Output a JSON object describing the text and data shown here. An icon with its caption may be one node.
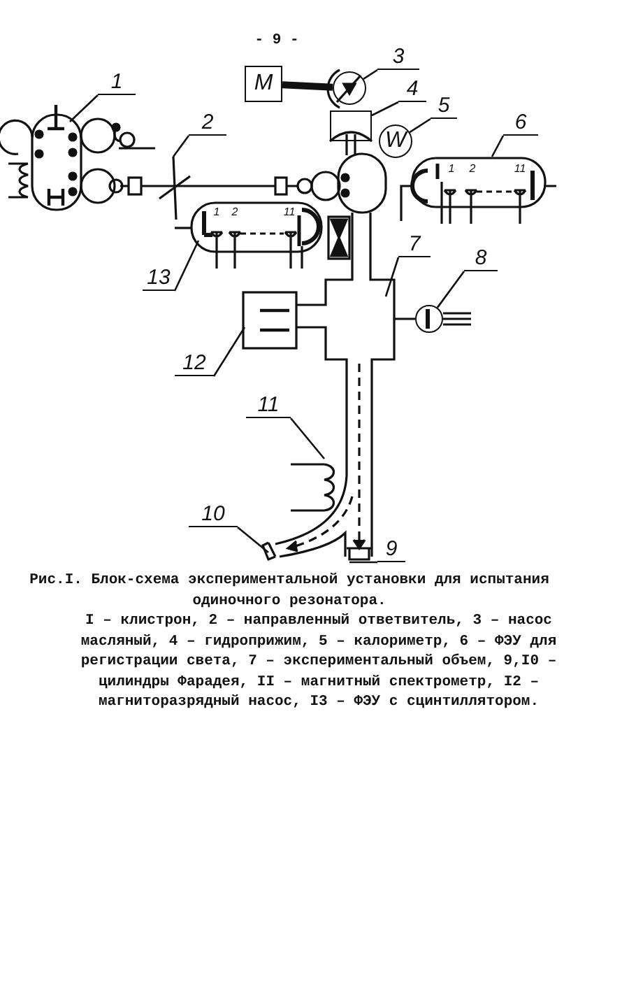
{
  "diagram": {
    "caption": "Рис.I. Блок-схема экспериментальной установки для испытания одиночного резонатора.",
    "nodes": [
      {
        "text": [
          "M"
        ]
      },
      {
        "text": [
          "W"
        ]
      },
      {
        "text": [
          "1"
        ]
      },
      {
        "text": [
          "2"
        ]
      },
      {
        "text": [
          "3"
        ]
      },
      {
        "text": [
          "4"
        ]
      },
      {
        "text": [
          "5"
        ]
      },
      {
        "text": [
          "6"
        ]
      },
      {
        "text": [
          "7"
        ]
      },
      {
        "text": [
          "8"
        ]
      },
      {
        "text": [
          "9"
        ]
      },
      {
        "text": [
          "10"
        ]
      },
      {
        "text": [
          "11"
        ]
      },
      {
        "text": [
          "12"
        ]
      },
      {
        "text": [
          "13"
        ]
      },
      {
        "text": [],
        "shape": "circle"
      },
      {
        "text": [],
        "shape": "circle"
      },
      {
        "text": [],
        "shape": "box"
      }
    ],
    "edges": [
      {
        "from": 2,
        "to": null,
        "arrow": "none"
      },
      {
        "from": 3,
        "to": null,
        "arrow": "none"
      },
      {
        "from": 4,
        "to": 16,
        "arrow": "none"
      },
      {
        "from": 5,
        "to": 17,
        "arrow": "none"
      },
      {
        "from": 6,
        "to": 1,
        "arrow": "none"
      },
      {
        "from": 7,
        "to": null,
        "arrow": "none"
      },
      {
        "from": 8,
        "to": null,
        "arrow": "none"
      },
      {
        "from": 9,
        "to": 15,
        "arrow": "none"
      },
      {
        "from": 10,
        "to": null,
        "arrow": "none"
      },
      {
        "from": 11,
        "to": null,
        "arrow": "none"
      },
      {
        "from": 12,
        "to": null,
        "arrow": "none"
      },
      {
        "from": 13,
        "to": null,
        "arrow": "none"
      },
      {
        "from": 14,
        "to": null,
        "arrow": "none"
      },
      {
        "from": 0,
        "to": 16,
        "arrow": "none",
        "style": "thick"
      }
    ],
    "labels": [
      "- 9 -",
      "1",
      "2",
      "11",
      "1",
      "2",
      "11",
      "I – клистрон, 2 – направленный ответвитель, 3 – насос масляный, 4 – гидроприжим, 5 – калориметр, 6 – ФЭУ для регистрации света, 7 – экспериментальный объем, 9,I0 – цилиндры Фарадея, II – магнитный спектрометр, I2 – магниторазрядный насос, I3 – ФЭУ с сцинтиллятором."
    ]
  }
}
